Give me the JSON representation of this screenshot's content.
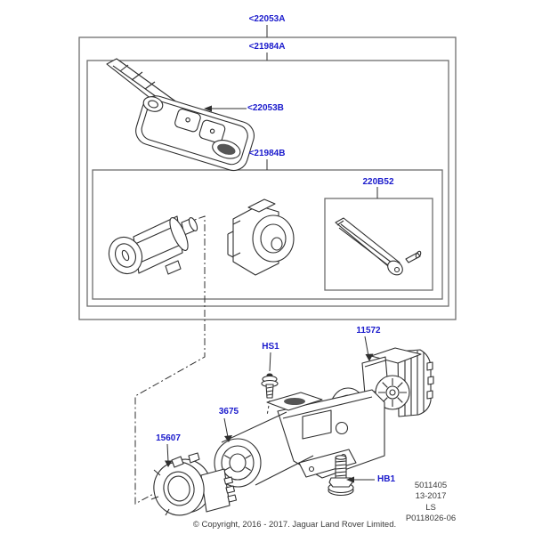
{
  "colors": {
    "callout_blue": "#1a1acc",
    "part_line": "#2f2f2f",
    "box_line": "#6e6e6e",
    "text_dark": "#3a3a3a",
    "background": "#ffffff"
  },
  "callouts": {
    "c22053A": "<22053A",
    "c21984A": "<21984A",
    "c22053B": "<22053B",
    "c21984B": "<21984B",
    "c220B52": "220B52",
    "c11572": "11572",
    "cHS1": "HS1",
    "c3675": "3675",
    "c15607": "15607",
    "cHB1": "HB1"
  },
  "sheet_info": {
    "drawing_number": "5011405",
    "date_code": "13-2017",
    "market_code": "LS",
    "plate_code": "P0118026-06"
  },
  "footer": {
    "copyright": "© Copyright, 2016 - 2017. Jaguar Land Rover Limited."
  }
}
